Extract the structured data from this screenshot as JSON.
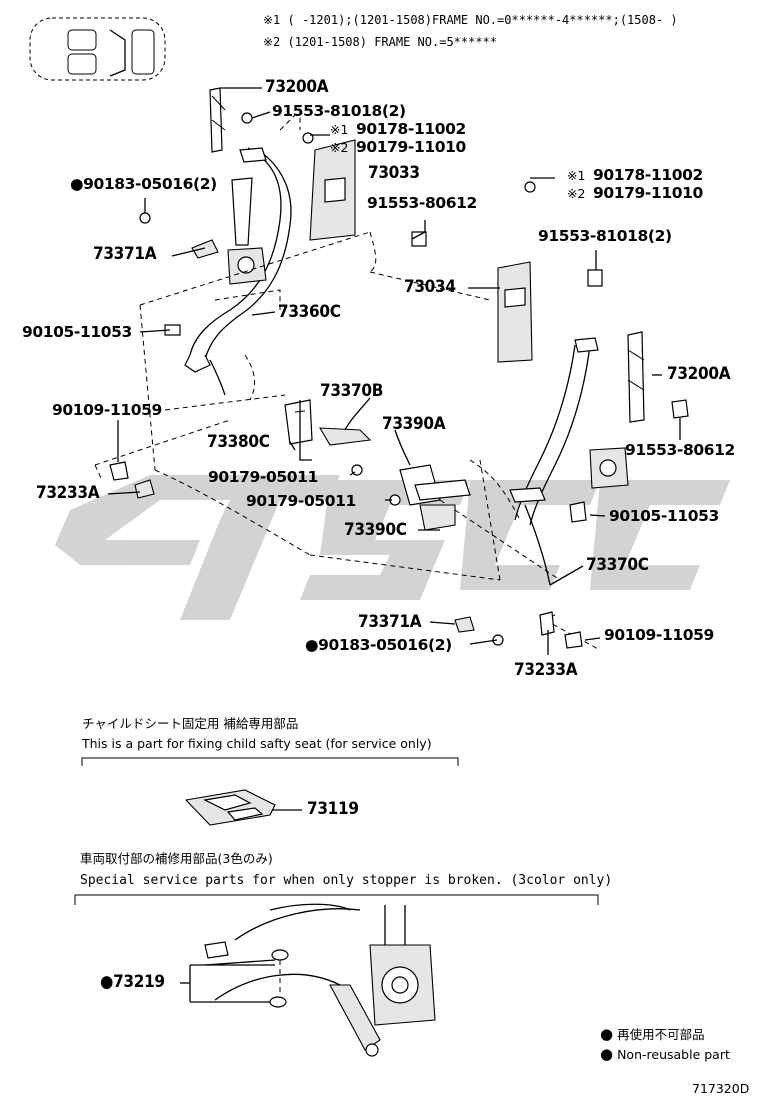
{
  "notes": {
    "note1": "※1 (     -1201);(1201-1508)FRAME NO.=0******-4******;(1508-     )",
    "note2": "※2 (1201-1508) FRAME NO.=5******"
  },
  "parts": {
    "p73200A_top": "73200A",
    "p91553_81018_top": "91553-81018(2)",
    "p90178_left": "90178-11002",
    "p90179_left": "90179-11010",
    "p73033": "73033",
    "p90183_top": "90183-05016(2)",
    "p91553_80612_mid": "91553-80612",
    "p73371A_top": "73371A",
    "p73034": "73034",
    "p73360C": "73360C",
    "p90105_left": "90105-11053",
    "p90109_left": "90109-11059",
    "p73370B": "73370B",
    "p73390A": "73390A",
    "p73380C": "73380C",
    "p90179_05011_a": "90179-05011",
    "p90179_05011_b": "90179-05011",
    "p73233A_left": "73233A",
    "p73390C": "73390C",
    "p90178_right": "90178-11002",
    "p90179_right": "90179-11010",
    "p91553_81018_right": "91553-81018(2)",
    "p73200A_right": "73200A",
    "p91553_80612_right": "91553-80612",
    "p90105_right": "90105-11053",
    "p73370C": "73370C",
    "p73371A_bottom": "73371A",
    "p90183_bottom": "90183-05016(2)",
    "p90109_right": "90109-11059",
    "p73233A_right": "73233A",
    "p73119": "73119",
    "p73219": "73219"
  },
  "marks": {
    "m1": "※1",
    "m2": "※2",
    "m1_right": "※1",
    "m2_right": "※2"
  },
  "sections": {
    "child_seat_jp": "チャイルドシート固定用  補給専用部品",
    "child_seat_en": "This is a part for fixing child safty seat (for service only)",
    "stopper_jp": "車両取付部の補修用部品(3色のみ)",
    "stopper_en": "Special service parts for when only stopper is broken. (3color only)"
  },
  "legend": {
    "jp": "再使用不可部品",
    "en": "Non-reusable part"
  },
  "figure_id": "717320D",
  "watermark": {
    "color": "#cfcfcf"
  }
}
